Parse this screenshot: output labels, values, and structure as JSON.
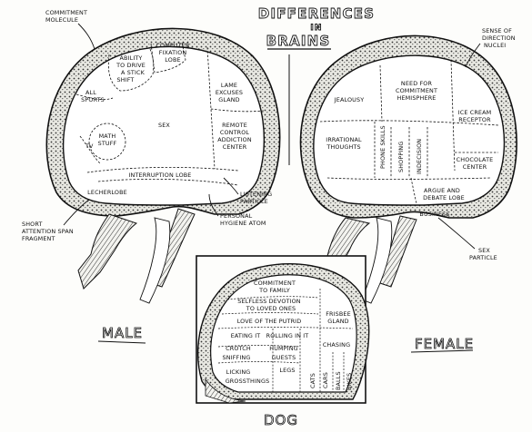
{
  "title": {
    "line1": "DIFFERENCES",
    "line2": "IN",
    "line3": "BRAINS"
  },
  "male": {
    "caption": "MALE",
    "regions": {
      "ability": [
        "ABILITY",
        "TO DRIVE",
        "A STICK",
        "SHIFT"
      ],
      "computer": [
        "COMPUTER",
        "FIXATION",
        "LOBE"
      ],
      "sports": [
        "ALL",
        "SPORTS"
      ],
      "math": [
        "MATH",
        "STUFF"
      ],
      "tv": "TV",
      "sex": "SEX",
      "lame": [
        "LAME",
        "EXCUSES",
        "GLAND"
      ],
      "remote": [
        "REMOTE",
        "CONTROL",
        "ADDICTION",
        "CENTER"
      ],
      "interruption": "INTERRUPTION LOBE",
      "lecher": "LECHERLOBE"
    },
    "callouts": {
      "commitment": [
        "COMMITMENT",
        "MOLECULE"
      ],
      "short_attention": [
        "SHORT",
        "ATTENTION SPAN",
        "FRAGMENT"
      ],
      "listening": [
        "LISTENING",
        "PARTICLE"
      ],
      "hygiene": [
        "PERSONAL",
        "HYGIENE ATOM"
      ]
    }
  },
  "female": {
    "caption": "FEMALE",
    "regions": {
      "jealousy": "JEALOUSY",
      "need": [
        "NEED FOR",
        "COMMITMENT",
        "HEMISPHERE"
      ],
      "icecream": [
        "ICE CREAM",
        "RECEPTOR"
      ],
      "irrational": [
        "IRRATIONAL",
        "THOUGHTS"
      ],
      "phone": "PHONE SKILLS",
      "shopping": "SHOPPING",
      "indecision": "INDECISION",
      "chocolate": [
        "CHOCOLATE",
        "CENTER"
      ],
      "argue": [
        "ARGUE AND",
        "DEBATE LOBE"
      ],
      "business": "BUSINESS"
    },
    "callouts": {
      "direction": [
        "SENSE OF",
        "DIRECTION",
        "NUCLEI"
      ],
      "sex_particle": [
        "SEX",
        "PARTICLE"
      ]
    }
  },
  "dog": {
    "caption": "DOG",
    "regions": {
      "commitment": [
        "COMMITMENT",
        "TO FAMILY"
      ],
      "selfless": [
        "SELFLESS DEVOTION",
        "TO LOVED ONES"
      ],
      "love": "LOVE OF THE PUTRID",
      "frisbee": [
        "FRISBEE",
        "GLAND"
      ],
      "eating": "EATING IT",
      "rolling": "ROLLING IN IT",
      "crotch": "CROTCH",
      "humping": "HUMPING",
      "sniffing": "SNIFFING",
      "guests": "GUESTS",
      "legs": "LEGS",
      "licking": "LICKING",
      "grossthings": "GROSSTHINGS",
      "chasing": "CHASING",
      "cats": "CATS",
      "cars": "CARS",
      "balls": "BALLS",
      "bikes": "BIKES"
    }
  }
}
